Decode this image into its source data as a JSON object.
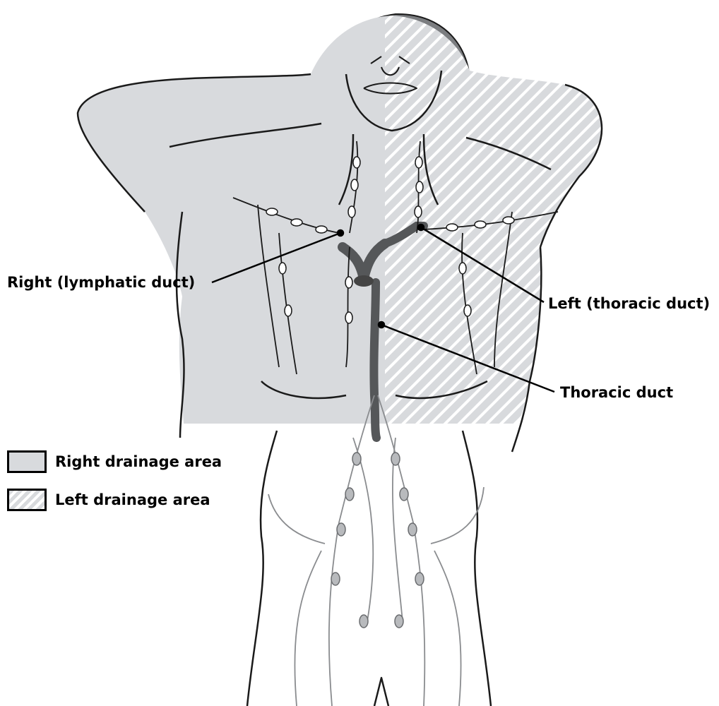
{
  "labels": {
    "right_duct": "Right (lymphatic duct)",
    "left_duct": "Left (thoracic duct)",
    "thoracic_duct": "Thoracic duct"
  },
  "legend": {
    "items": [
      {
        "label": "Right drainage area",
        "pattern": "solid",
        "color": "#d8dadd"
      },
      {
        "label": "Left drainage area",
        "pattern": "diagonal-stripes",
        "color": "#d8dadd"
      }
    ]
  },
  "colors": {
    "drainage_fill": "#d8dadd",
    "hair": "#7b7d80",
    "duct": "#555759",
    "vessel": "#8a8c8f",
    "outline": "#1a1a1a"
  }
}
